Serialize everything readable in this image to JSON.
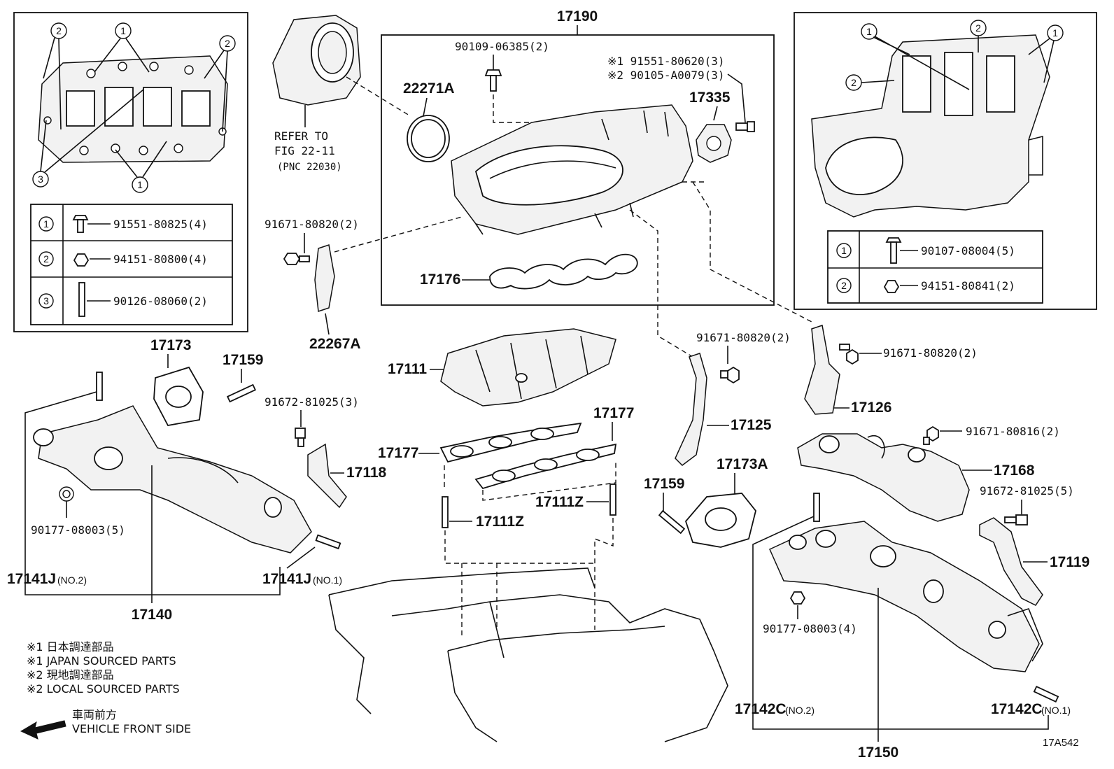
{
  "diagram_id": "17A542",
  "labels": {
    "p17190": "17190",
    "p22271a": "22271A",
    "p90109": "90109-06385(2)",
    "note1_part": "※1 91551-80620(3)",
    "note2_part": "※2 90105-A0079(3)",
    "p17335": "17335",
    "refer_to": "REFER TO",
    "refer_fig": "FIG 22-11",
    "refer_pnc": "(PNC 22030)",
    "p91671_a": "91671-80820(2)",
    "p22267a": "22267A",
    "p17176": "17176",
    "p17173": "17173",
    "p17159_a": "17159",
    "p91672_a": "91672-81025(3)",
    "p17118": "17118",
    "p90177_a": "90177-08003(5)",
    "p17141j_2": "17141J",
    "p17141j_2_sub": "(NO.2)",
    "p17141j_1": "17141J",
    "p17141j_1_sub": "(NO.1)",
    "p17140": "17140",
    "p17111": "17111",
    "p17177_a": "17177",
    "p17177_b": "17177",
    "p17111z_a": "17111Z",
    "p17111z_b": "17111Z",
    "p91671_b": "91671-80820(2)",
    "p17125": "17125",
    "p17159_b": "17159",
    "p17173a": "17173A",
    "p91671_c": "91671-80820(2)",
    "p17126": "17126",
    "p91671_d": "91671-80816(2)",
    "p17168": "17168",
    "p91672_b": "91672-81025(5)",
    "p17119": "17119",
    "p90177_b": "90177-08003(4)",
    "p17142c_2": "17142C",
    "p17142c_2_sub": "(NO.2)",
    "p17142c_1": "17142C",
    "p17142c_1_sub": "(NO.1)",
    "p17150": "17150"
  },
  "inset_left": {
    "callouts": [
      "2",
      "1",
      "2",
      "3",
      "1"
    ],
    "rows": [
      {
        "num": "1",
        "part": "91551-80825(4)",
        "icon": "flange-bolt-icon"
      },
      {
        "num": "2",
        "part": "94151-80800(4)",
        "icon": "nut-icon"
      },
      {
        "num": "3",
        "part": "90126-08060(2)",
        "icon": "stud-icon"
      }
    ]
  },
  "inset_right": {
    "callouts": [
      "1",
      "2",
      "1",
      "2"
    ],
    "rows": [
      {
        "num": "1",
        "part": "90107-08004(5)",
        "icon": "flange-bolt-icon"
      },
      {
        "num": "2",
        "part": "94151-80841(2)",
        "icon": "nut-icon"
      }
    ]
  },
  "notes": [
    "※1 日本調達部品",
    "※1 JAPAN SOURCED PARTS",
    "※2 現地調達部品",
    "※2 LOCAL SOURCED PARTS"
  ],
  "direction": {
    "jp": "車両前方",
    "en": "VEHICLE FRONT SIDE",
    "icon": "arrow-left-icon"
  }
}
